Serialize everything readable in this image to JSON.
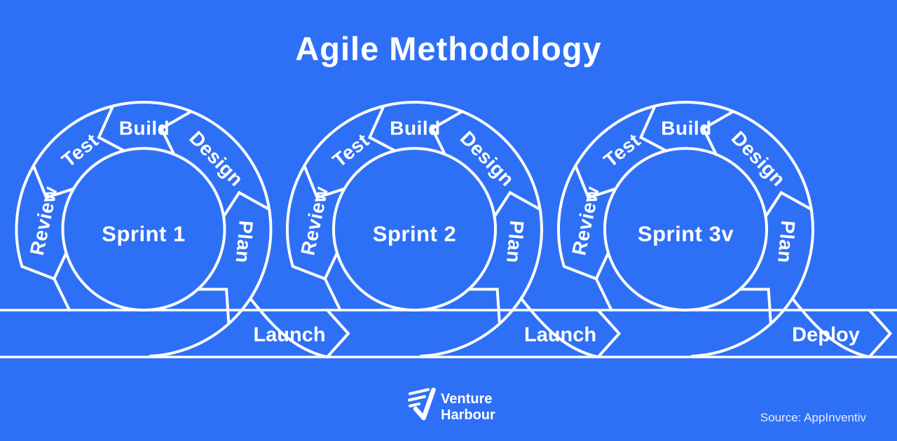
{
  "title": "Agile Methodology",
  "colors": {
    "background": "#2E70F5",
    "line": "#FFFFFF"
  },
  "phases": [
    "Plan",
    "Design",
    "Build",
    "Test",
    "Review"
  ],
  "sprints": [
    {
      "label": "Sprint 1",
      "arrow": "Launch"
    },
    {
      "label": "Sprint 2",
      "arrow": "Launch"
    },
    {
      "label": "Sprint 3v",
      "arrow": "Deploy"
    }
  ],
  "footer": {
    "logo_line1": "Venture",
    "logo_line2": "Harbour",
    "source": "Source: AppInventiv"
  }
}
